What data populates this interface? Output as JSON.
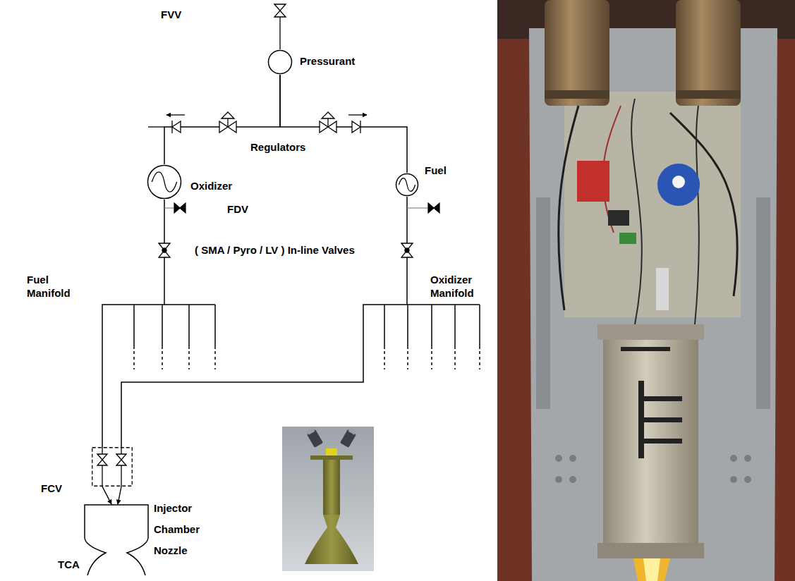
{
  "diagram": {
    "nodes": [
      {
        "text": [
          "Pressurant"
        ]
      },
      {
        "text": [
          "Oxidizer"
        ]
      },
      {
        "text": [
          "Fuel"
        ]
      },
      {
        "text": [
          "FCV"
        ]
      },
      {
        "text": [
          "Injector",
          "Chamber",
          "Nozzle",
          "TCA"
        ]
      }
    ],
    "edges": [
      {
        "from": 0,
        "to": 1,
        "arrow": "none"
      },
      {
        "from": 0,
        "to": 2,
        "arrow": "none"
      },
      {
        "from": 1,
        "to": 3,
        "arrow": "none"
      },
      {
        "from": 2,
        "to": 3,
        "arrow": "none"
      },
      {
        "from": 3,
        "to": 4,
        "arrow": "to"
      }
    ],
    "labels": [
      "FVV",
      "Regulators",
      "FDV",
      "( SMA / Pyro / LV ) In-line Valves",
      "Fuel Manifold",
      "Oxidizer Manifold"
    ]
  }
}
